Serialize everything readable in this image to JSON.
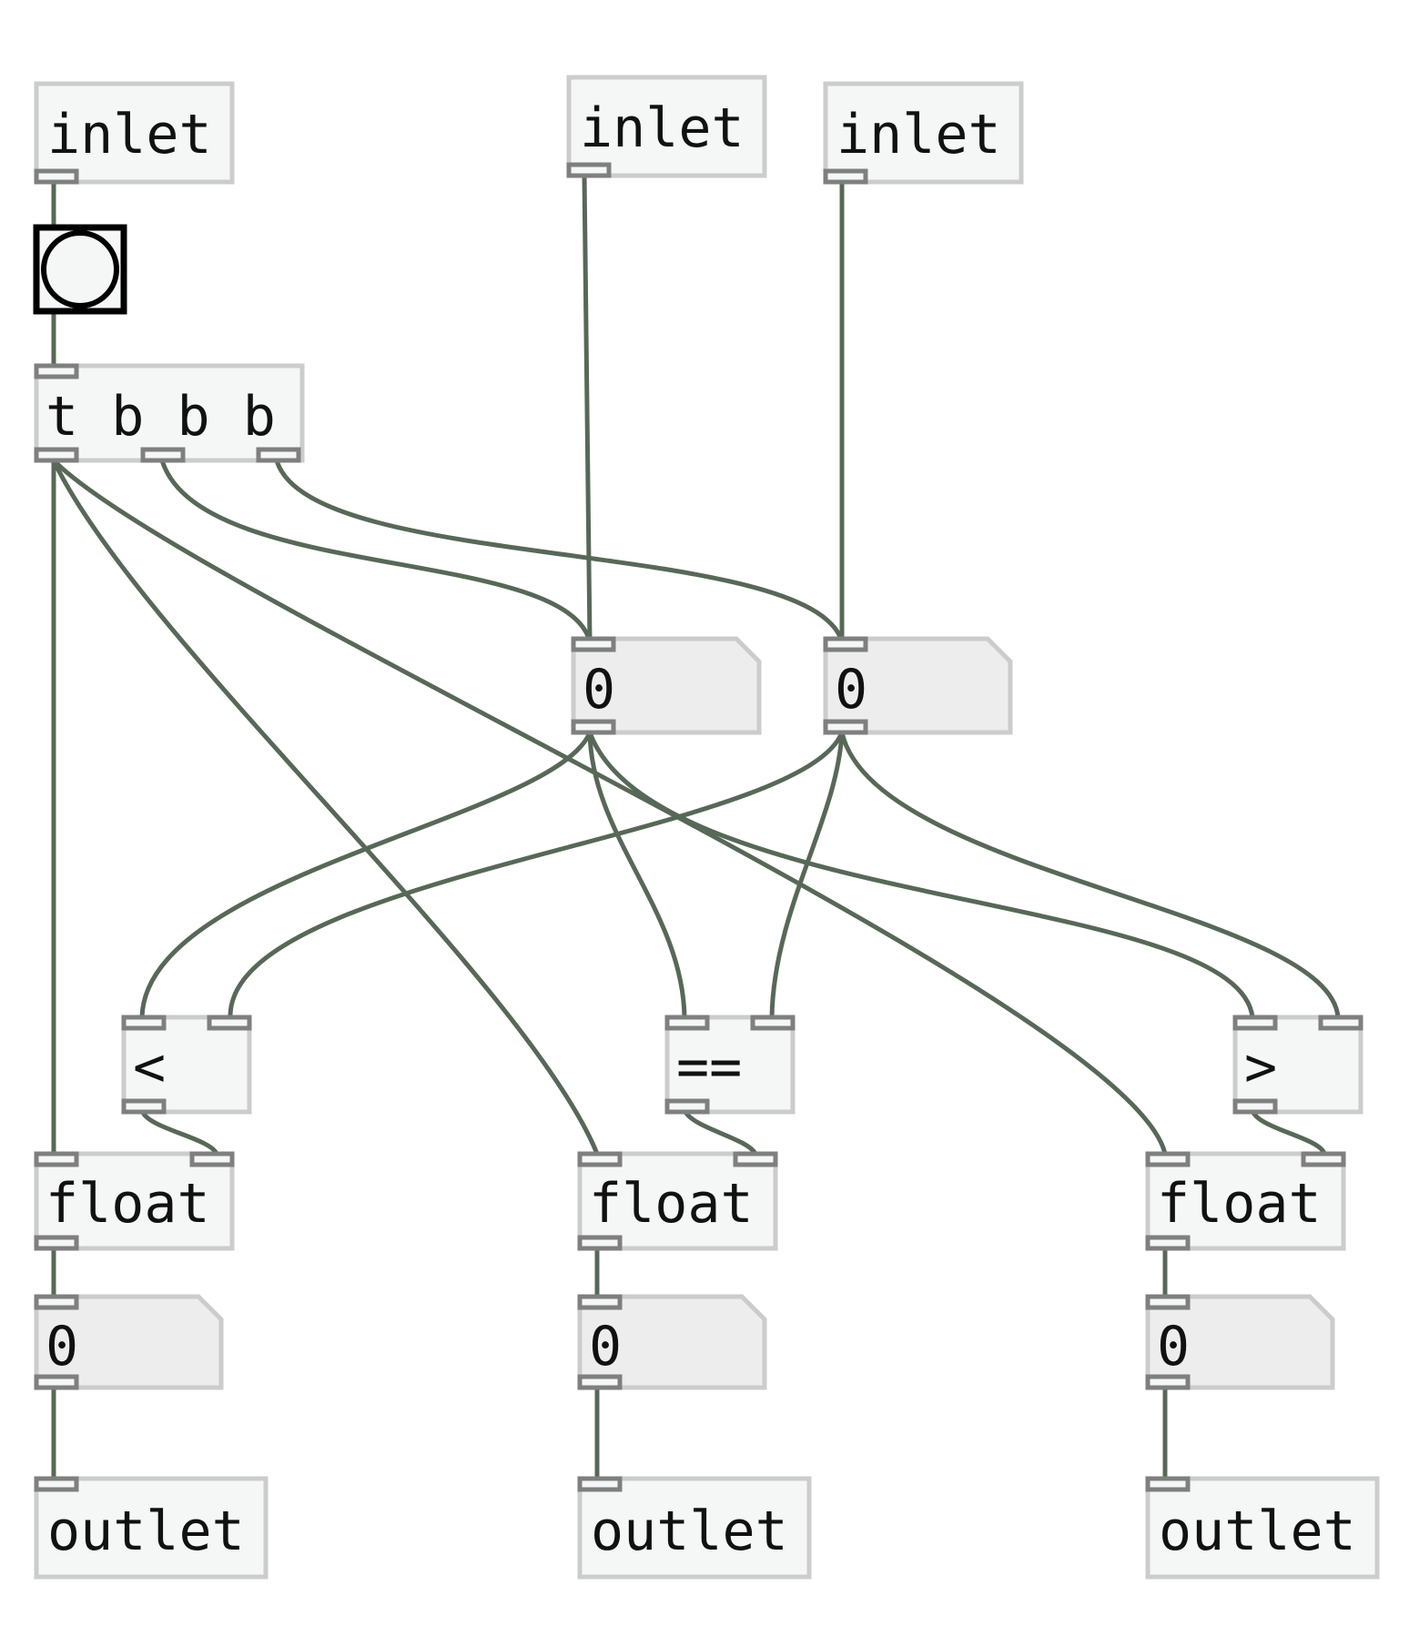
{
  "objects": {
    "inlet_1": "inlet",
    "inlet_2": "inlet",
    "inlet_3": "inlet",
    "trigger": "t b b b",
    "number_a": "0",
    "number_b": "0",
    "less_than": "<",
    "equals": "==",
    "greater_than": ">",
    "float_1": "float",
    "float_2": "float",
    "float_3": "float",
    "number_out_1": "0",
    "number_out_2": "0",
    "number_out_3": "0",
    "outlet_1": "outlet",
    "outlet_2": "outlet",
    "outlet_3": "outlet"
  },
  "colors": {
    "cord": "#586858",
    "box_fill": "#f5f7f6",
    "number_fill": "#ededed",
    "box_border": "#cccccc",
    "port": "#7f7f7f",
    "bang_border": "#000000"
  },
  "icons": {
    "bang": "bang-circle-icon"
  }
}
